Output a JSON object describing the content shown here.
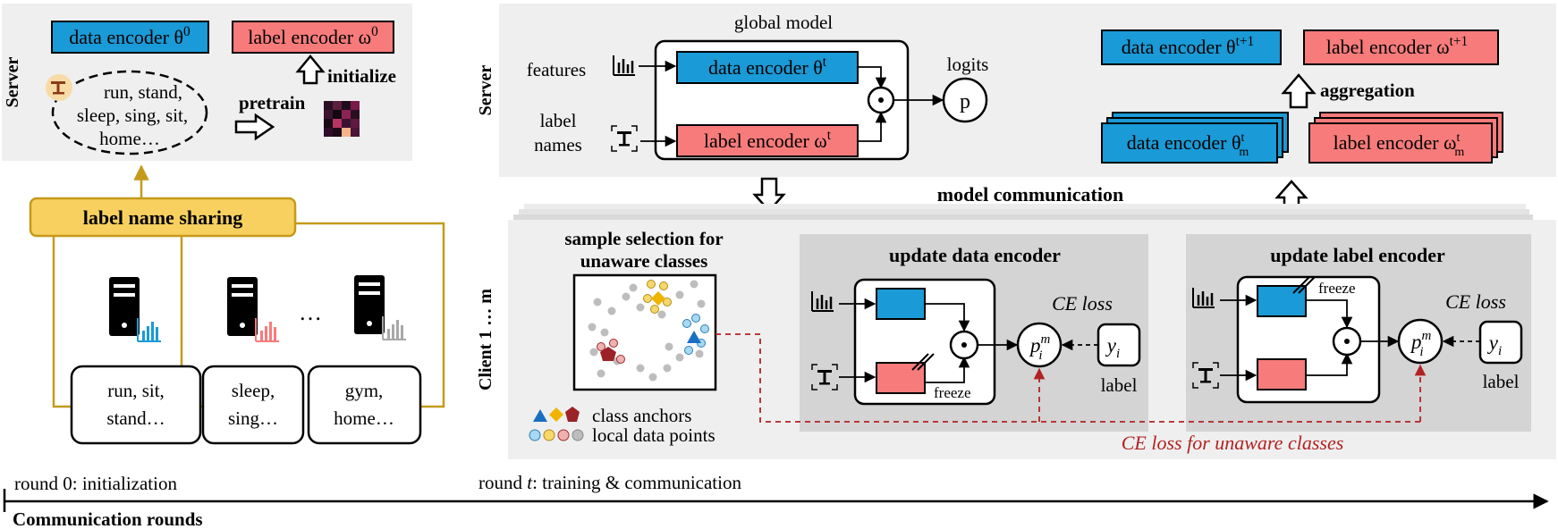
{
  "colors": {
    "data_encoder": "#1a9ad6",
    "label_encoder": "#f77b7b",
    "sharing": "#f8d060",
    "sharing_border": "#c49a1a",
    "panel": "#efefef",
    "inner_panel": "#d4d4d4",
    "dashed_red": "#b22222"
  },
  "left_server": {
    "side_label": "Server",
    "data_encoder": {
      "text": "data encoder θ",
      "sup": "0"
    },
    "label_encoder": {
      "text": "label encoder ω",
      "sup": "0"
    },
    "initialize": "initialize",
    "pretrain": "pretrain",
    "label_cloud": [
      "run, stand,",
      "sleep, sing, sit,",
      "home…"
    ]
  },
  "sharing": {
    "label": "label name sharing"
  },
  "clients": {
    "ellipsis": "…",
    "boxes": [
      [
        "run, sit,",
        "stand…"
      ],
      [
        "sleep,",
        "sing…"
      ],
      [
        "gym,",
        "home…"
      ]
    ]
  },
  "right_server": {
    "side_label": "Server",
    "global_model": "global model",
    "features": "features",
    "label_names": [
      "label",
      "names"
    ],
    "data_encoder": {
      "text": "data encoder θ",
      "sup": "t"
    },
    "label_encoder": {
      "text": "label encoder ω",
      "sup": "t"
    },
    "logits": "logits",
    "p": "p",
    "agg_data": {
      "text": "data encoder θ",
      "sup": "t+1"
    },
    "agg_label": {
      "text": "label encoder ω",
      "sup": "t+1"
    },
    "aggregation": "aggregation",
    "stack_data": {
      "text": "data encoder θ",
      "sup": "t",
      "sub": "m"
    },
    "stack_label": {
      "text": "label encoder ω",
      "sup": "t",
      "sub": "m"
    },
    "model_communication": "model communication"
  },
  "client_panel": {
    "side_label": "Client 1 … m",
    "sample_selection": [
      "sample selection for",
      "unaware classes"
    ],
    "class_anchors": "class anchors",
    "local_data_points": "local data points",
    "update_data": "update data encoder",
    "update_label": "update label encoder",
    "freeze": "freeze",
    "ce_loss": "CE loss",
    "p_im": {
      "base": "p",
      "sup": "m",
      "sub": "i"
    },
    "y_i": {
      "base": "y",
      "sub": "i"
    },
    "label": "label",
    "ce_unaware": "CE loss for unaware classes"
  },
  "timeline": {
    "round0": "round 0: initialization",
    "roundt": {
      "prefix": "round ",
      "var": "t",
      "suffix": ": training & communication"
    },
    "axis": "Communication rounds"
  }
}
